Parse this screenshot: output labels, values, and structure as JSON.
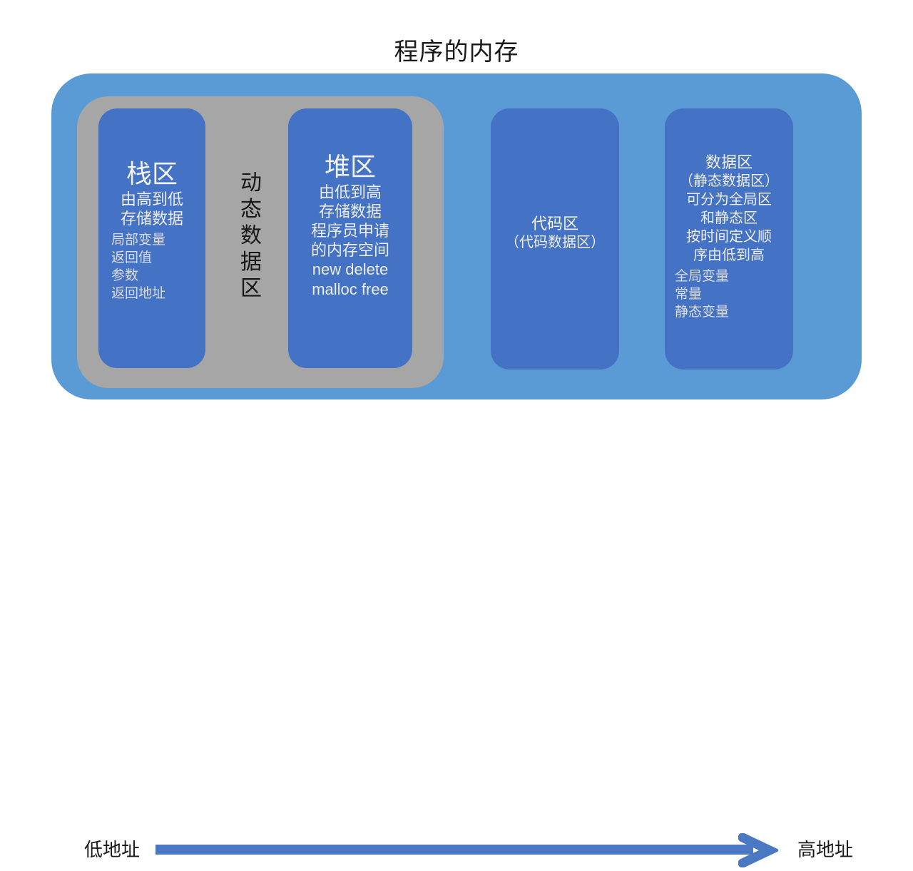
{
  "slide": {
    "title": "程序的内存"
  },
  "colors": {
    "outer_container": "#5B9BD5",
    "dynamic_container": "#A6A6A6",
    "region_box": "#4472C4",
    "arrow": "#4A78C2",
    "text_light": "#E7E7E7",
    "text_dark": "#1A1A1A",
    "background": "#FFFFFF"
  },
  "dynamic_area": {
    "label": "动态数据区",
    "label_chars": [
      "动",
      "态",
      "数",
      "据",
      "区"
    ],
    "orientation": "vertical"
  },
  "regions": {
    "stack": {
      "heading": "栈区",
      "subtitles": [
        "由高到低",
        "存储数据"
      ],
      "items": [
        "局部变量",
        "返回值",
        "参数",
        "返回地址"
      ]
    },
    "heap": {
      "heading": "堆区",
      "subtitles": [
        "由低到高",
        "存储数据",
        "程序员申请",
        "的内存空间"
      ],
      "api_lines": [
        "new delete",
        "malloc free"
      ]
    },
    "code": {
      "heading": "代码区",
      "subtitles": [
        "（代码数据区）"
      ]
    },
    "data": {
      "heading": "数据区",
      "subtitles": [
        "（静态数据区）",
        "可分为全局区",
        "和静态区",
        "按时间定义顺",
        "序由低到高"
      ],
      "items": [
        "全局变量",
        "常量",
        "静态变量"
      ]
    }
  },
  "address_axis": {
    "low_label": "低地址",
    "high_label": "高地址",
    "direction": "left-to-right"
  }
}
